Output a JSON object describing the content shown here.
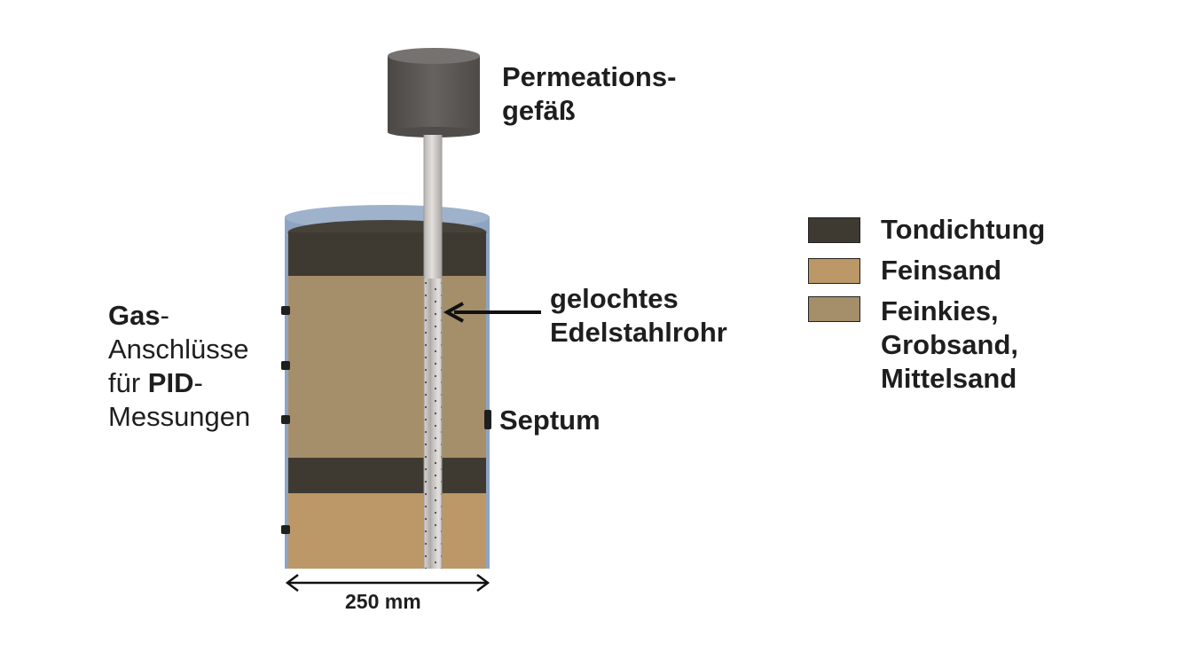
{
  "labels": {
    "permeation_line1": "Permeations-",
    "permeation_line2": "gefäß",
    "pipe_line1": "gelochtes",
    "pipe_line2": "Edelstahlrohr",
    "septum": "Septum",
    "gas_bold": "Gas",
    "gas_dash": "-",
    "gas_line2": "Anschlüsse",
    "gas_line3_pre": "für ",
    "gas_line3_bold": "PID",
    "gas_line3_dash": "-",
    "gas_line4": "Messungen",
    "dimension": "250 mm"
  },
  "legend": [
    {
      "label": "Tondichtung",
      "color": "#3e3a32"
    },
    {
      "label": "Feinsand",
      "color": "#bc9868"
    },
    {
      "label_lines": [
        "Feinkies,",
        "Grobsand,",
        "Mittelsand"
      ],
      "color": "#a48f6a"
    }
  ],
  "colors": {
    "tondichtung": "#3e3a32",
    "feinsand": "#bc9868",
    "feinkies": "#a48f6a",
    "vessel": "#5d5a57",
    "pipe": "#cfcccb",
    "column_wall": "#8fa4c2"
  }
}
